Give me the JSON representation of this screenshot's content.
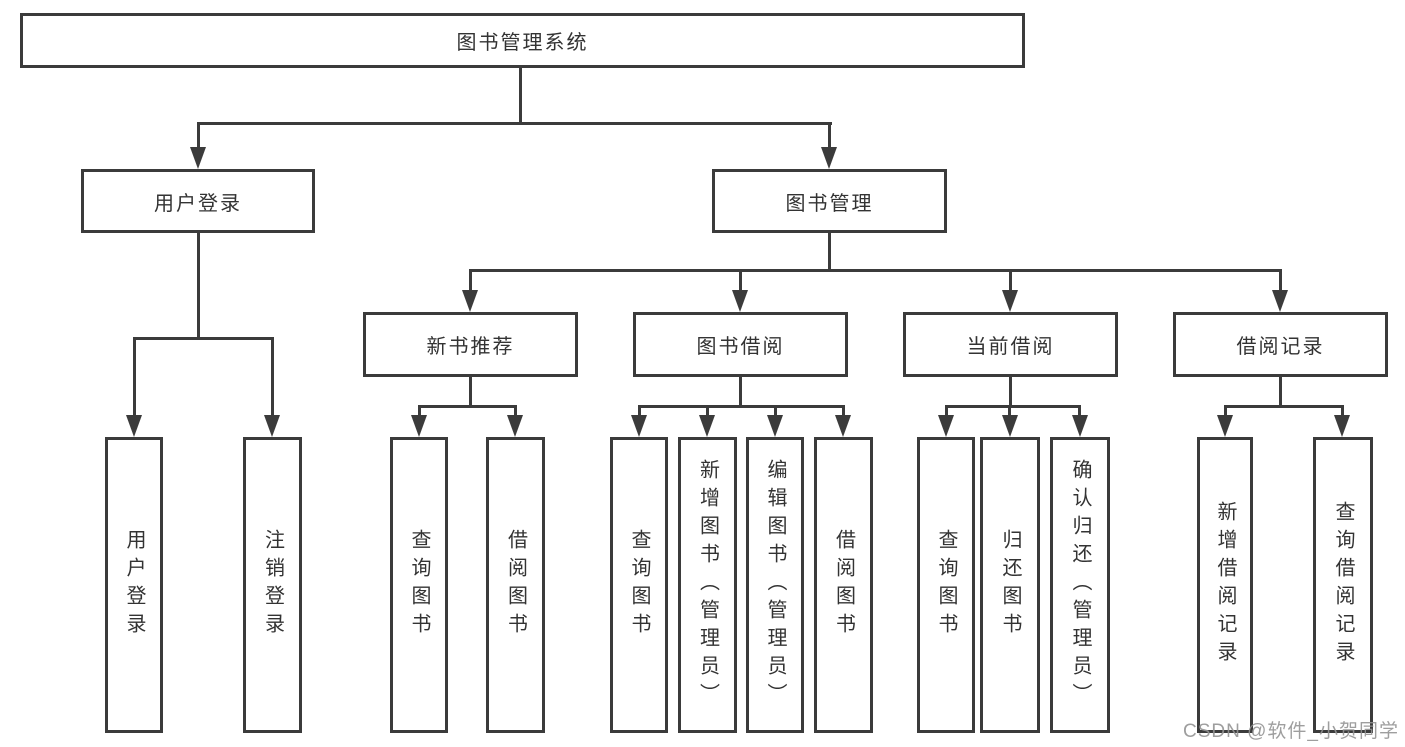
{
  "tree": {
    "root": "图书管理系统",
    "l2": [
      "用户登录",
      "图书管理"
    ],
    "l3": [
      "新书推荐",
      "图书借阅",
      "当前借阅",
      "借阅记录"
    ],
    "leaves_user_login": [
      "用户登录",
      "注销登录"
    ],
    "leaves_new_book": [
      "查询图书",
      "借阅图书"
    ],
    "leaves_book_borrow": [
      "查询图书",
      "新增图书（管理员）",
      "编辑图书（管理员）",
      "借阅图书"
    ],
    "leaves_current_borrow": [
      "查询图书",
      "归还图书",
      "确认归还（管理员）"
    ],
    "leaves_borrow_records": [
      "新增借阅记录",
      "查询借阅记录"
    ]
  },
  "watermark": "CSDN @软件_小贺同学",
  "colors": {
    "line": "#3b3b3b",
    "text": "#333333",
    "watermark_gray": "#949494",
    "background": "#ffffff"
  }
}
